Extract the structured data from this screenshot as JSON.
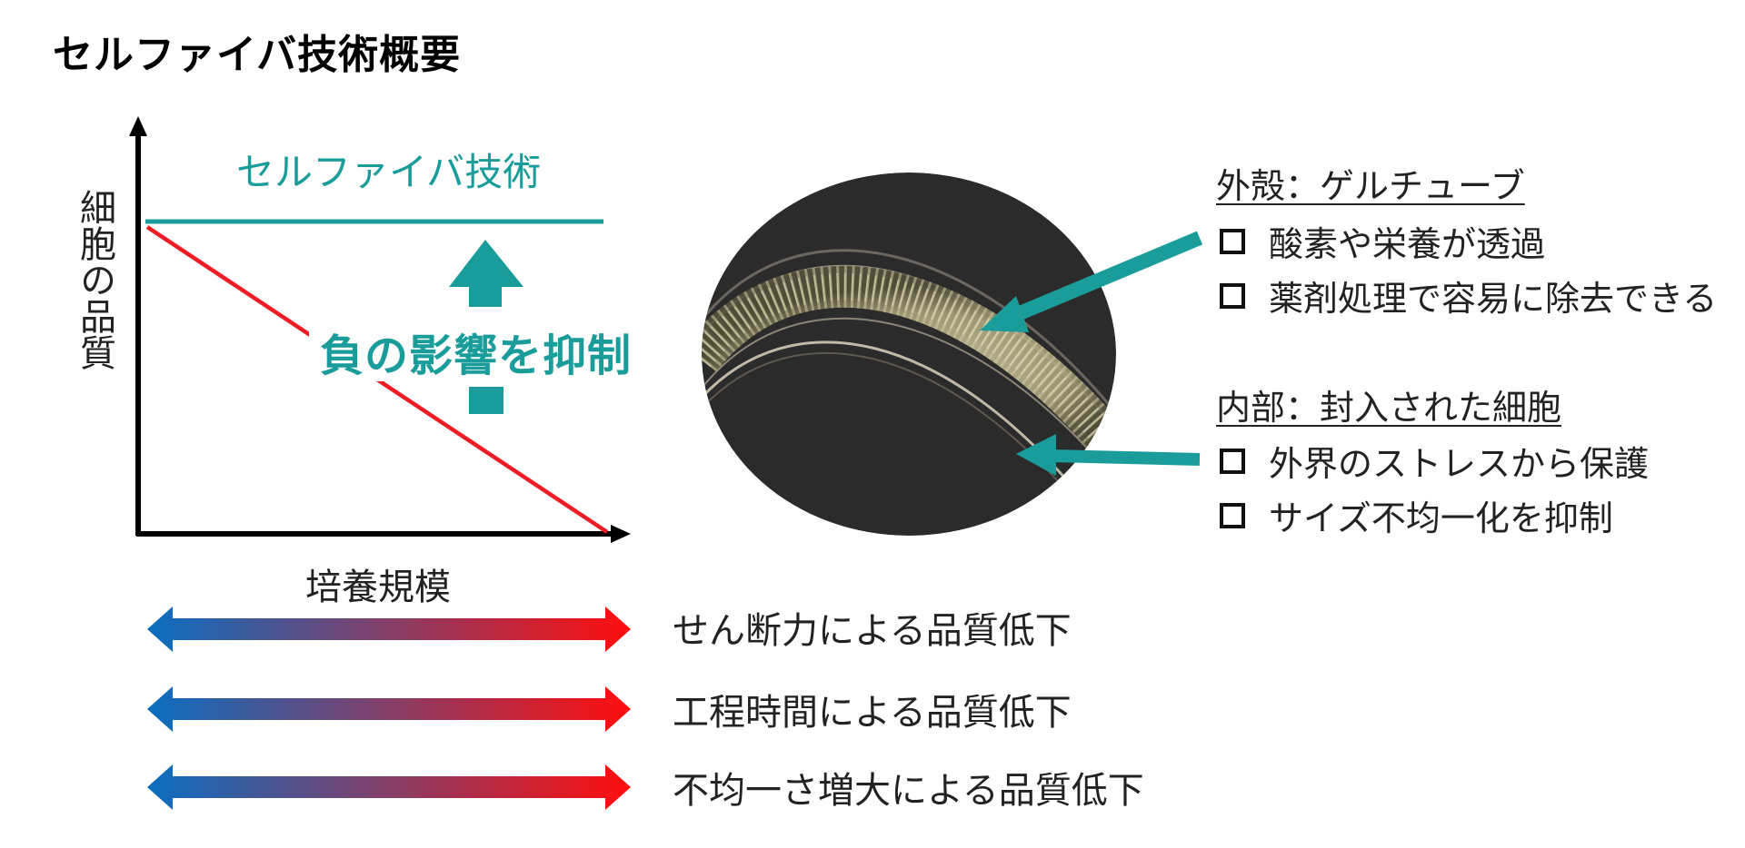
{
  "title": "セルファイバ技術概要",
  "chart": {
    "y_title": "細胞の品質",
    "x_title": "培養規模",
    "tech_label": "セルファイバ技術",
    "suppress_label": "負の影響を抑制",
    "colors": {
      "teal": "#1a9d9a",
      "red": "#ee1c25",
      "axis": "#000000"
    }
  },
  "image": {
    "description_icon": "gel-tube-microscope-image"
  },
  "shell": {
    "heading": "外殻：ゲルチューブ",
    "bullets": [
      "酸素や栄養が透過",
      "薬剤処理で容易に除去できる"
    ]
  },
  "inner": {
    "heading": "内部：封入された細胞",
    "bullets": [
      "外界のストレスから保護",
      "サイズ不均一化を抑制"
    ]
  },
  "effects": [
    "せん断力による品質低下",
    "工程時間による品質低下",
    "不均一さ増大による品質低下"
  ],
  "gradient": {
    "from": "#0a6fc2",
    "to": "#ff0d0d"
  }
}
